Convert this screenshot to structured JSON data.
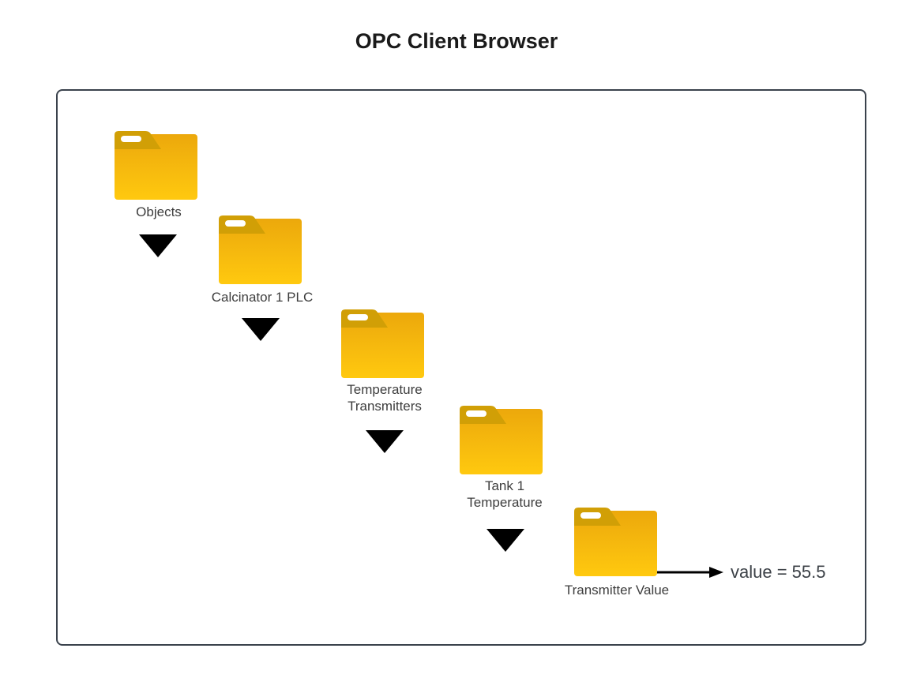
{
  "title": "OPC Client Browser",
  "tree": {
    "nodes": [
      {
        "line1": "Objects"
      },
      {
        "line1": "Calcinator 1 PLC"
      },
      {
        "line1": "Temperature",
        "line2": "Transmitters"
      },
      {
        "line1": "Tank 1",
        "line2": "Temperature"
      },
      {
        "line1": "Transmitter Value"
      }
    ],
    "value_label": "value = 55.5"
  },
  "icons": {
    "folder": "folder-icon",
    "expand": "down-arrow-icon",
    "value_pointer": "right-arrow-icon"
  },
  "colors": {
    "folder_tab": "#D19F06",
    "folder_body_top": "#ECA80C",
    "folder_body_bottom": "#FFC90F",
    "border": "#3A424C",
    "arrow": "#000000",
    "title_text": "#1A1A1A",
    "label_text": "#3D3D3D",
    "value_text": "#3C4147"
  }
}
